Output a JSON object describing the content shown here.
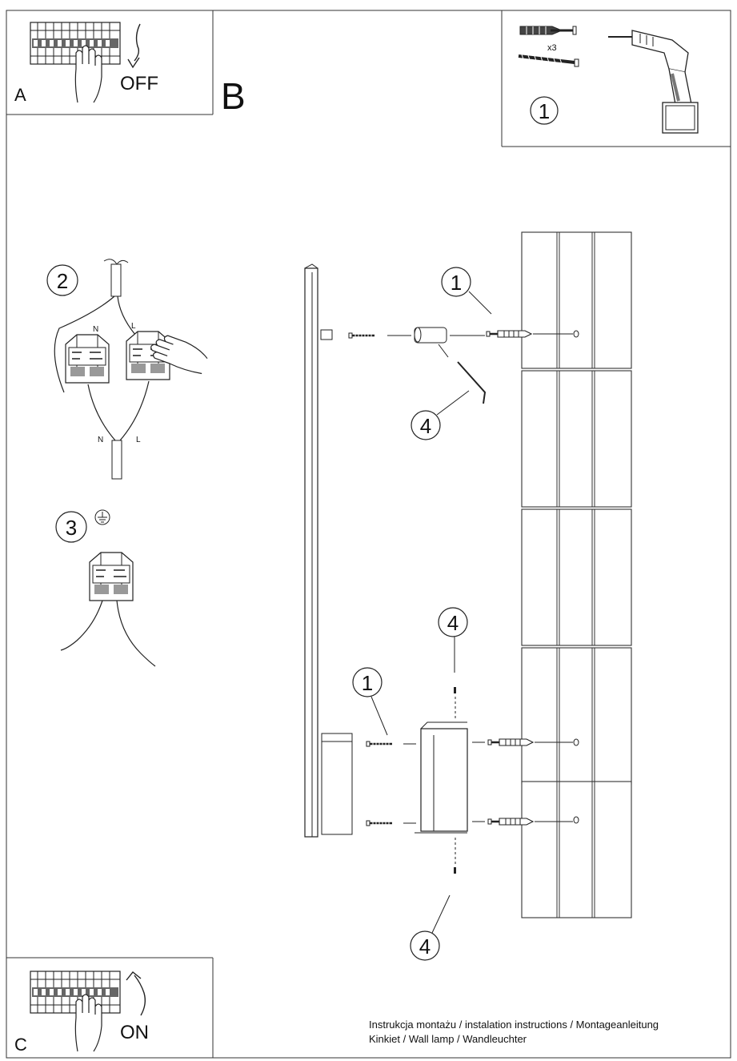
{
  "panels": {
    "a": {
      "letter": "A",
      "state_label": "OFF"
    },
    "b": {
      "letter": "B"
    },
    "c": {
      "letter": "C",
      "state_label": "ON"
    }
  },
  "tools": {
    "step": "1",
    "quantity": "x3"
  },
  "wiring": {
    "step": "2",
    "labels": {
      "n_top": "N",
      "l_top": "L",
      "n_bottom": "N",
      "l_bottom": "L"
    }
  },
  "earth": {
    "step": "3"
  },
  "callouts": {
    "top_anchor": "1",
    "top_screw": "4",
    "bottom_anchor": "1",
    "bottom_screw_upper": "4",
    "bottom_screw_lower": "4"
  },
  "footer": {
    "line1": "Instrukcja montażu / instalation instructions / Montageanleitung",
    "line2": "Kinkiet / Wall lamp / Wandleuchter"
  }
}
